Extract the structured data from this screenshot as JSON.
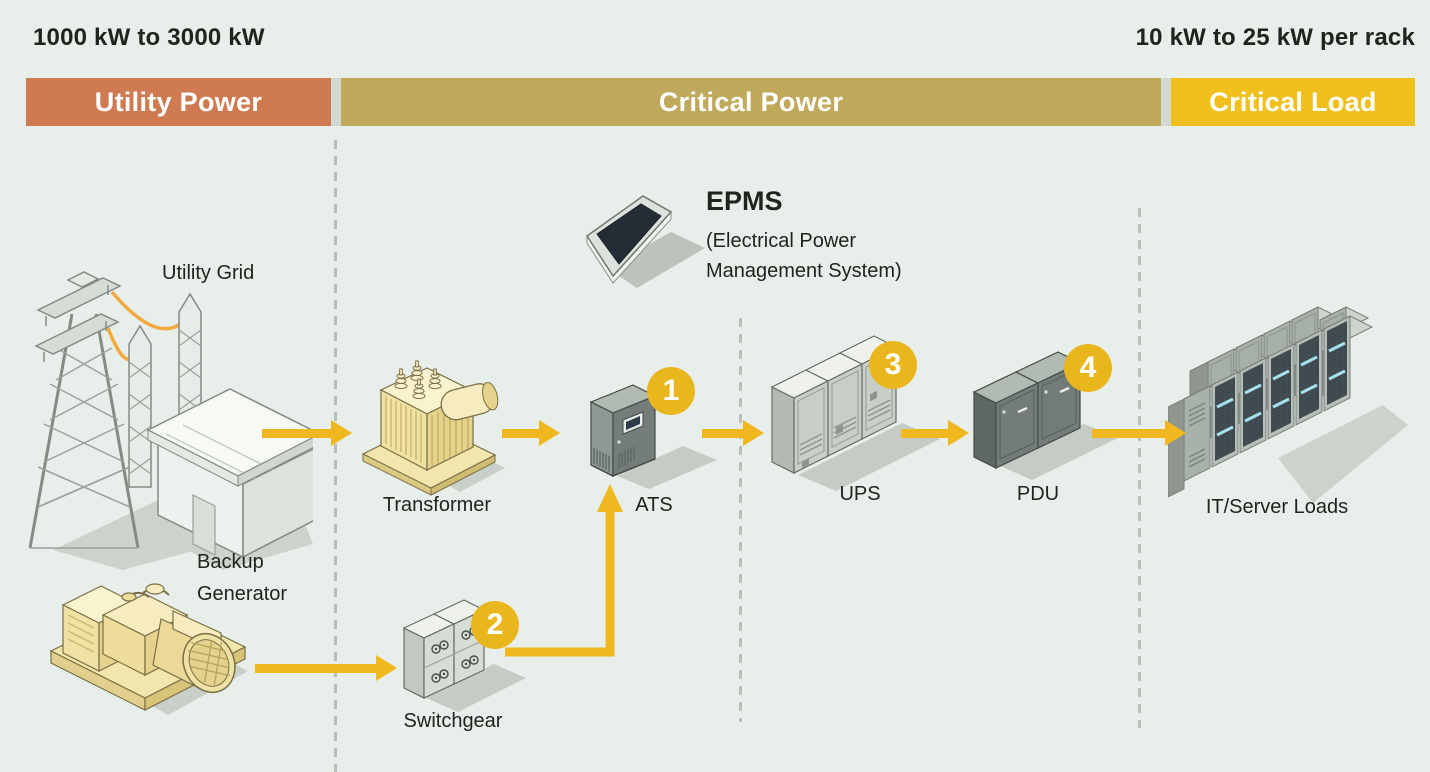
{
  "annotations": {
    "left": "1000 kW to 3000 kW",
    "right": "10 kW to 25 kW per rack"
  },
  "bands": [
    {
      "label": "Utility Power",
      "color": "#cf7a51"
    },
    {
      "label": "Critical Power",
      "color": "#c0a95a"
    },
    {
      "label": "Critical Load",
      "color": "#f0c01d"
    }
  ],
  "epms": {
    "title": "EPMS",
    "subtitle_line1": "(Electrical Power",
    "subtitle_line2": "Management System)"
  },
  "labels": {
    "utility_grid": "Utility Grid",
    "backup_generator_line1": "Backup",
    "backup_generator_line2": "Generator",
    "transformer": "Transformer",
    "switchgear": "Switchgear",
    "ats": "ATS",
    "ups": "UPS",
    "pdu": "PDU",
    "it_server_loads": "IT/Server Loads"
  },
  "steps": {
    "ats": "1",
    "switchgear": "2",
    "ups": "3",
    "pdu": "4"
  },
  "colors": {
    "background": "#e8eeea",
    "band_gap": "#d3d8d4",
    "arrow": "#f0b71f",
    "step_circle": "#e9b71d",
    "dashed_line": "#b9c0ba",
    "wire": "#f2a93d",
    "text": "#20241f",
    "band_text": "#ffffff"
  }
}
